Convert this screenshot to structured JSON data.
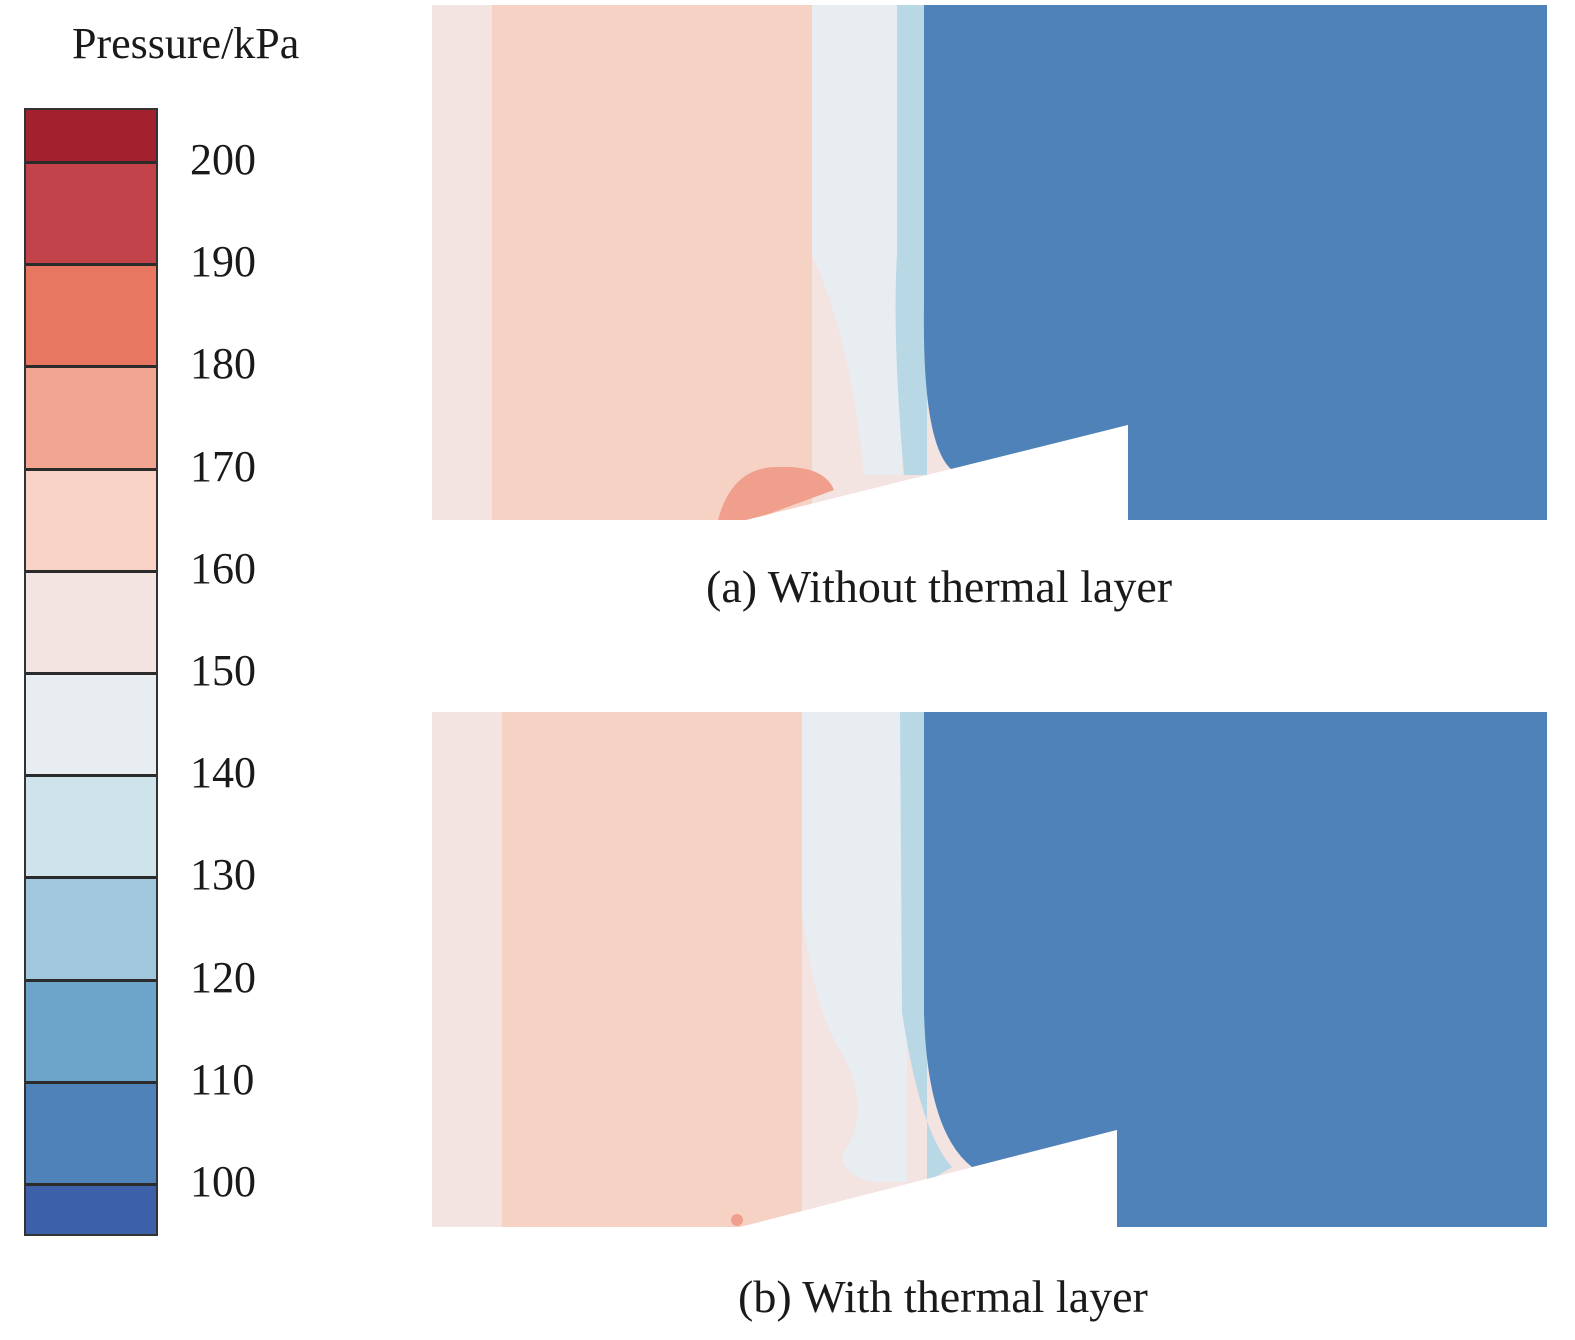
{
  "legend": {
    "title": "Pressure/kPa",
    "ticks": [
      "200",
      "190",
      "180",
      "170",
      "160",
      "150",
      "140",
      "130",
      "120",
      "110",
      "100"
    ],
    "band_colors": [
      "#a3202f",
      "#c3434a",
      "#e77760",
      "#f2a591",
      "#f8d2c5",
      "#f3e3e1",
      "#e8edf1",
      "#cfe3eb",
      "#a0c7dc",
      "#6ca5c9",
      "#4f82b9",
      "#3c61a8"
    ]
  },
  "colors": {
    "outer_band": "#f3e3e1",
    "core": "#f6d2c5",
    "hot_spot": "#ef9f8b",
    "transition_light": "#e8edf1",
    "transition_mid": "#b9d8e6",
    "low_pressure": "#4f82b9"
  },
  "panels": [
    {
      "caption": "(a) Without thermal layer"
    },
    {
      "caption": "(b) With thermal layer"
    }
  ]
}
